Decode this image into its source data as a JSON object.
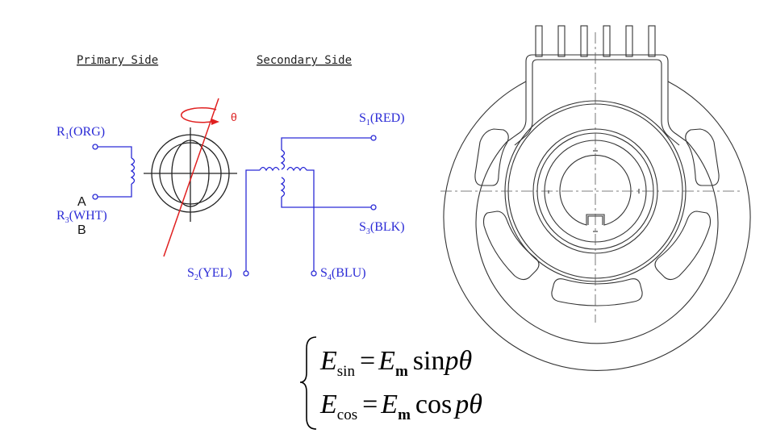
{
  "schematic": {
    "primary_header": "Primary Side",
    "secondary_header": "Secondary Side",
    "r1": {
      "main": "R",
      "sub": "1",
      "tag": "(ORG)"
    },
    "r3": {
      "main": "R",
      "sub": "3",
      "tag": "(WHT)"
    },
    "s1": {
      "main": "S",
      "sub": "1",
      "tag": "(RED)"
    },
    "s3": {
      "main": "S",
      "sub": "3",
      "tag": "(BLK)"
    },
    "s2": {
      "main": "S",
      "sub": "2",
      "tag": "(YEL)"
    },
    "s4": {
      "main": "S",
      "sub": "4",
      "tag": "(BLU)"
    },
    "overlay_a": "A",
    "overlay_b": "B",
    "theta": "θ"
  },
  "equations": {
    "line1": {
      "lhs": "E",
      "lhs_sub": "sin",
      "eq": "=",
      "rhs": "E",
      "rhs_sub": "m",
      "fn": "sin",
      "arg": "pθ"
    },
    "line2": {
      "lhs": "E",
      "lhs_sub": "cos",
      "eq": "=",
      "rhs": "E",
      "rhs_sub": "m",
      "fn": "cos",
      "arg": "pθ"
    }
  },
  "colors": {
    "wire_blue": "#2b2bd6",
    "rotor_axis_red": "#e02020",
    "outline": "#333333"
  }
}
